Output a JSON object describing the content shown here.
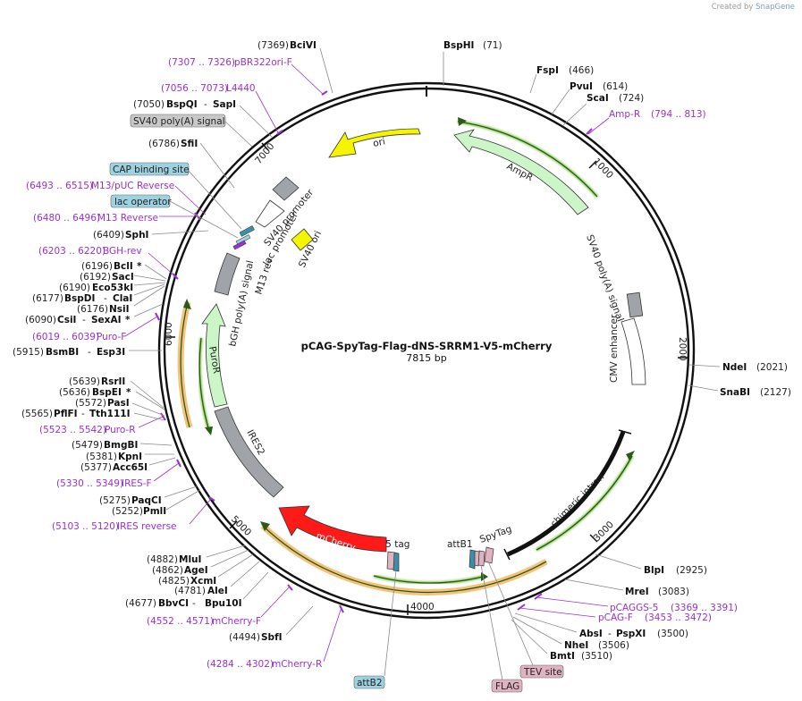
{
  "credit": {
    "prefix": "Created by",
    "brand": "SnapGene"
  },
  "title": "pCAG-SpyTag-Flag-dNS-SRRM1-V5-mCherry",
  "size_label": "7815 bp",
  "total_bp": 7815,
  "ticks": [
    "1000",
    "2000",
    "3000",
    "4000",
    "5000",
    "6000",
    "7000"
  ],
  "enzymes": [
    {
      "name": "BspHI",
      "pos": "(71)"
    },
    {
      "name": "FspI",
      "pos": "(466)"
    },
    {
      "name": "PvuI",
      "pos": "(614)"
    },
    {
      "name": "ScaI",
      "pos": "(724)"
    },
    {
      "name": "NdeI",
      "pos": "(2021)"
    },
    {
      "name": "SnaBI",
      "pos": "(2127)"
    },
    {
      "name": "BlpI",
      "pos": "(2925)"
    },
    {
      "name": "MreI",
      "pos": "(3083)"
    },
    {
      "name": "AbsI",
      "name2": "PspXI",
      "pos": "(3500)"
    },
    {
      "name": "NheI",
      "pos": "(3506)"
    },
    {
      "name": "BmtI",
      "pos": "(3510)"
    },
    {
      "name": "SbfI",
      "pos": "(4494)"
    },
    {
      "name": "BbvCI",
      "name2": "Bpu10I",
      "pos": "(4677)"
    },
    {
      "name": "AleI",
      "pos": "(4781)"
    },
    {
      "name": "XcmI",
      "pos": "(4825)"
    },
    {
      "name": "AgeI",
      "pos": "(4862)"
    },
    {
      "name": "MluI",
      "pos": "(4882)"
    },
    {
      "name": "PmlI",
      "pos": "(5252)"
    },
    {
      "name": "PaqCI",
      "pos": "(5275)"
    },
    {
      "name": "Acc65I",
      "pos": "(5377)"
    },
    {
      "name": "KpnI",
      "pos": "(5381)"
    },
    {
      "name": "BmgBI",
      "pos": "(5479)"
    },
    {
      "name": "PflFI",
      "name2": "Tth111I",
      "pos": "(5565)"
    },
    {
      "name": "PasI",
      "pos": "(5572)"
    },
    {
      "name": "BspEI",
      "star": "*",
      "pos": "(5636)"
    },
    {
      "name": "RsrII",
      "pos": "(5639)"
    },
    {
      "name": "BsmBI",
      "name2": "Esp3I",
      "pos": "(5915)"
    },
    {
      "name": "CsiI",
      "name2": "SexAI",
      "star": "*",
      "pos": "(6090)"
    },
    {
      "name": "NsiI",
      "pos": "(6176)"
    },
    {
      "name": "BspDI",
      "name2": "ClaI",
      "pos": "(6177)"
    },
    {
      "name": "Eco53kI",
      "pos": "(6190)"
    },
    {
      "name": "SacI",
      "pos": "(6192)"
    },
    {
      "name": "BclI",
      "star": "*",
      "pos": "(6196)"
    },
    {
      "name": "SphI",
      "pos": "(6409)"
    },
    {
      "name": "SfiI",
      "pos": "(6786)"
    },
    {
      "name": "BspQI",
      "name2": "SapI",
      "pos": "(7050)"
    },
    {
      "name": "BciVI",
      "pos": "(7369)"
    }
  ],
  "primers": [
    {
      "name": "Amp-R",
      "range": "(794 .. 813)"
    },
    {
      "name": "pCAGGS-5",
      "range": "(3369 .. 3391)"
    },
    {
      "name": "pCAG-F",
      "range": "(3453 .. 3472)"
    },
    {
      "name": "mCherry-F",
      "range": "(4552 .. 4571)"
    },
    {
      "name": "mCherry-R",
      "range": "(4284 .. 4302)"
    },
    {
      "name": "IRES reverse",
      "range": "(5103 .. 5120)"
    },
    {
      "name": "IRES-F",
      "range": "(5330 .. 5349)"
    },
    {
      "name": "Puro-R",
      "range": "(5523 .. 5542)"
    },
    {
      "name": "Puro-F",
      "range": "(6019 .. 6039)"
    },
    {
      "name": "BGH-rev",
      "range": "(6203 .. 6220)"
    },
    {
      "name": "M13 Reverse",
      "range": "(6480 .. 6496)"
    },
    {
      "name": "M13/pUC Reverse",
      "range": "(6493 .. 6515)"
    },
    {
      "name": "L4440",
      "range": "(7056 .. 7073)"
    },
    {
      "name": "pBR322ori-F",
      "range": "(7307 .. 7326)"
    }
  ],
  "boxed_features": [
    {
      "name": "SV40 poly(A) signal",
      "color": "#c8c8c8"
    },
    {
      "name": "CAP binding site",
      "color": "#9fd2e0"
    },
    {
      "name": "lac operator",
      "color": "#9fd2e0"
    },
    {
      "name": "TEV site",
      "color": "#dfb3c0"
    },
    {
      "name": "FLAG",
      "color": "#dfb3c0"
    },
    {
      "name": "attB2",
      "color": "#9fd2e0"
    }
  ],
  "features": {
    "ori": "ori",
    "ampr": "AmpR",
    "sv40_polya": "SV40 poly(A) signal",
    "cmv": "CMV enhancer",
    "chimeric": "chimeric intron",
    "spytag": "SpyTag",
    "attb1": "attB1",
    "v5": "V5 tag",
    "mcherry": "mCherry",
    "ires2": "IRES2",
    "puror": "PuroR",
    "bgh": "bGH poly(A) signal",
    "m13rev": "M13 rev",
    "lacpro": "lac promoter",
    "sv40pro": "SV40 promoter",
    "sv40ori": "SV40 ori"
  },
  "colors": {
    "ori": "#f5f500",
    "ampr": "#ccf5c8",
    "mcherry": "#ff1a1a",
    "gray": "#a0a4a8",
    "primer": "#9b30d0",
    "orange_glow": "#f6c27a",
    "green_orf": "#6fbf2f"
  }
}
